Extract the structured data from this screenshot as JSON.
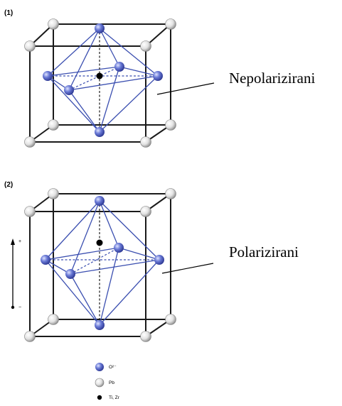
{
  "panels": [
    {
      "id": "1",
      "label": "(1)",
      "caption": "Nepolarizirani"
    },
    {
      "id": "2",
      "label": "(2)",
      "caption": "Polarizirani"
    }
  ],
  "polarization_arrow": {
    "plus": "+",
    "minus": "−"
  },
  "legend": {
    "items": [
      {
        "label": "O²⁻",
        "kind": "oxygen",
        "color": "#4a5ec6"
      },
      {
        "label": "Pb",
        "kind": "lead",
        "color": "#e6e6e6"
      },
      {
        "label": "Ti, Zr",
        "kind": "ti-zr",
        "color": "#000000"
      }
    ]
  },
  "colors": {
    "cube_edges": "#1a1a1a",
    "octahedron_edges": "#3b4fb0",
    "oxygen_atom": "#4a5ec6",
    "lead_atom": "#e6e6e6",
    "ti_zr_atom": "#000000"
  }
}
